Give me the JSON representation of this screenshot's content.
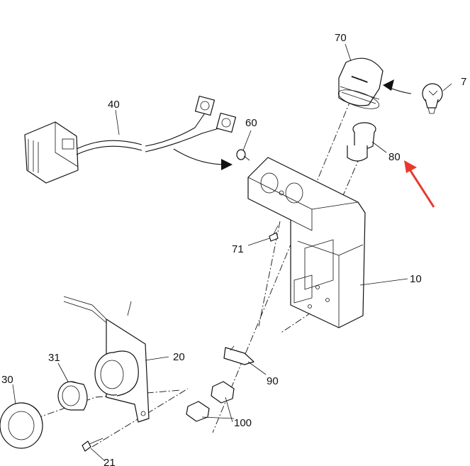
{
  "callouts": [
    {
      "id": "70",
      "text": "70"
    },
    {
      "id": "7",
      "text": "7"
    },
    {
      "id": "40",
      "text": "40"
    },
    {
      "id": "60",
      "text": "60"
    },
    {
      "id": "80",
      "text": "80"
    },
    {
      "id": "71",
      "text": "71"
    },
    {
      "id": "10",
      "text": "10"
    },
    {
      "id": "31",
      "text": "31"
    },
    {
      "id": "20",
      "text": "20"
    },
    {
      "id": "30",
      "text": "30"
    },
    {
      "id": "90",
      "text": "90"
    },
    {
      "id": "100",
      "text": "100"
    },
    {
      "id": "21",
      "text": "21"
    }
  ],
  "highlight_arrow_color": "#e8392f"
}
